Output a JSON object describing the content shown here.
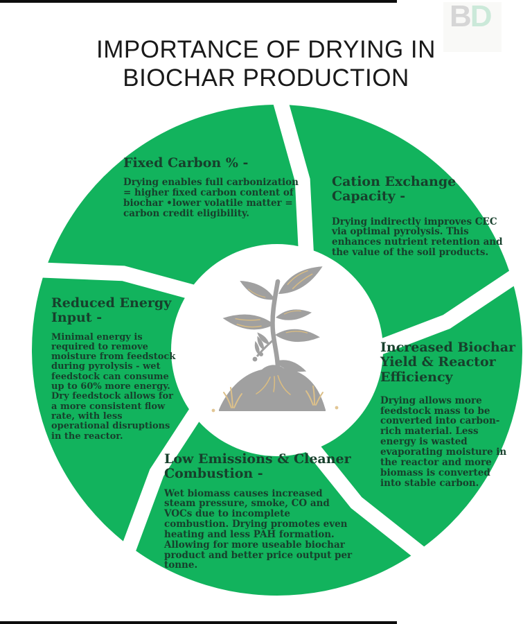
{
  "page": {
    "title_line1": "IMPORTANCE OF DRYING IN",
    "title_line2": "BIOCHAR PRODUCTION"
  },
  "logo": {
    "letter1": "B",
    "letter2": "D"
  },
  "diagram": {
    "type": "five-segment-cycle",
    "center_illustration": "plant-seedling-growing-from-soil-mound",
    "segments": [
      {
        "id": "fixed-carbon",
        "heading": "Fixed Carbon % -",
        "body": "Drying enables full carbonization = higher fixed carbon content of biochar •lower volatile matter = carbon credit eligibility."
      },
      {
        "id": "cation-exchange-capacity",
        "heading": "Cation Exchange Capacity -",
        "body": "Drying indirectly improves CEC via optimal pyrolysis. This enhances nutrient retention and the value of the soil products."
      },
      {
        "id": "increased-biochar-yield",
        "heading": "Increased Biochar Yield & Reactor Efficiency",
        "body": "Drying allows more feedstock mass to be converted into carbon-rich material. Less energy is wasted evaporating moisture in the reactor and more biomass is converted into stable carbon."
      },
      {
        "id": "low-emissions",
        "heading": "Low Emissions & Cleaner Combustion -",
        "body": "Wet biomass causes increased steam pressure, smoke, CO and VOCs due to incomplete combustion. Drying promotes even heating and less PAH formation. Allowing for more useable biochar product and better price output per tonne."
      },
      {
        "id": "reduced-energy-input",
        "heading": "Reduced Energy Input -",
        "body": "Minimal energy is required to remove moisture from feedstock during pyrolysis - wet feedstock can consume up to 60% more energy. Dry feedstock allows for a more consistent flow rate, with less operational disruptions in the reactor."
      }
    ]
  },
  "colors": {
    "segment_green": "#12b35d",
    "segment_text_dark_green": "#17402c",
    "title_text": "#191919",
    "logo_b_gray": "#d6d6d6",
    "logo_d_mint": "#cbe9d9",
    "plant_gray": "#a0a0a0",
    "plant_accent_wheat": "#d9bc82",
    "background": "#ffffff",
    "edge_bar_black": "#0d0d0d"
  }
}
